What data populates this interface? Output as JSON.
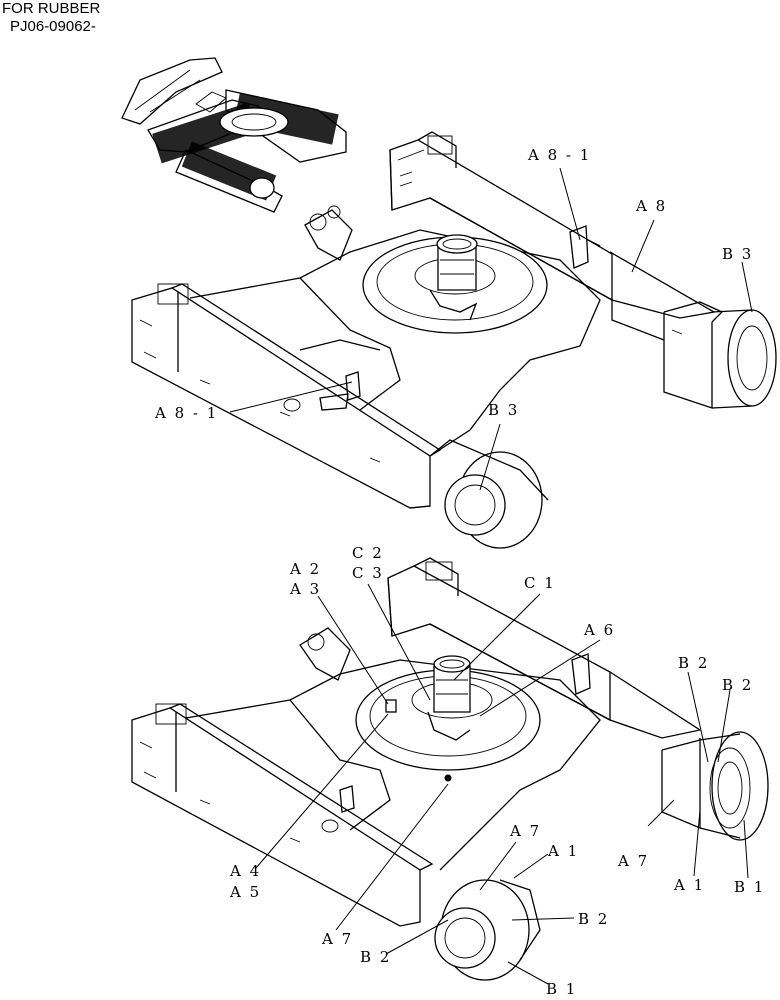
{
  "header": {
    "line1": "FOR RUBBER",
    "line2": "PJ06-09062-"
  },
  "top_view": {
    "labels": {
      "a8_1_upper": "A 8 - 1",
      "a8": "A 8",
      "b3_right": "B 3",
      "a8_1_lower": "A 8 - 1",
      "b3_center": "B 3"
    }
  },
  "bottom_view": {
    "labels": {
      "c2": "C 2",
      "c3": "C 3",
      "a2": "A 2",
      "a3": "A 3",
      "c1": "C 1",
      "a6": "A 6",
      "b2_r1": "B 2",
      "b2_r2": "B 2",
      "a4": "A 4",
      "a5": "A 5",
      "a7_mid": "A 7",
      "a1_mid": "A 1",
      "b2_mid": "B 2",
      "a7_right": "A 7",
      "a1_right": "A 1",
      "b1_right": "B 1",
      "a7_left": "A 7",
      "b2_left": "B 2",
      "b1_bottom": "B 1"
    }
  },
  "colors": {
    "ink": "#000000",
    "paper": "#ffffff"
  }
}
